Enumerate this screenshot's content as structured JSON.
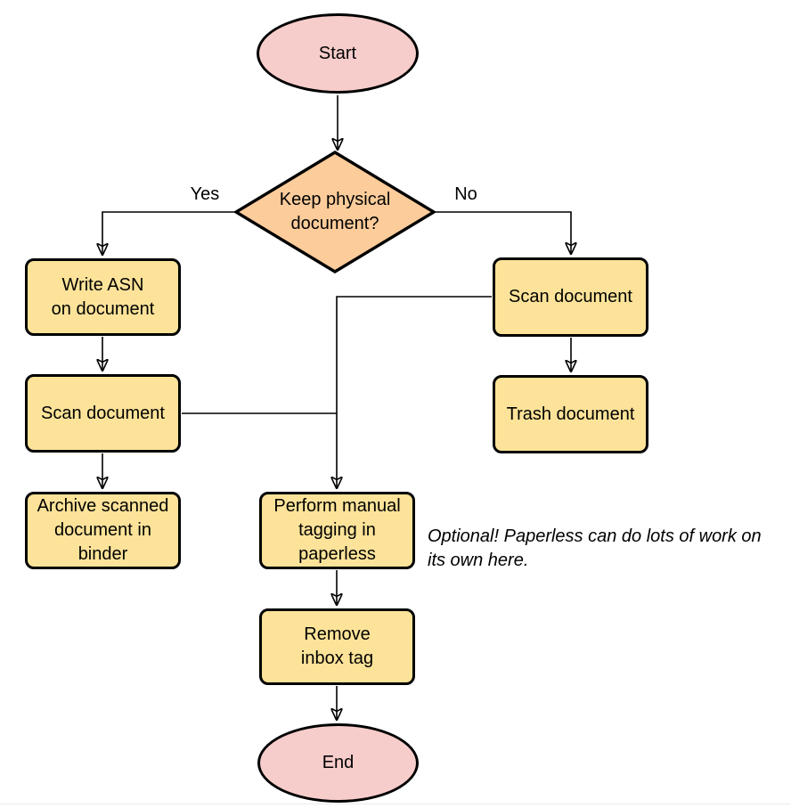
{
  "flowchart": {
    "nodes": {
      "start": {
        "label": "Start"
      },
      "decision": {
        "label": [
          "Keep physical",
          "document?"
        ]
      },
      "write_asn": {
        "label": [
          "Write ASN",
          "on document"
        ]
      },
      "scan_left": {
        "label": "Scan document"
      },
      "archive": {
        "label": [
          "Archive scanned",
          "document in",
          "binder"
        ]
      },
      "scan_right": {
        "label": "Scan document"
      },
      "trash": {
        "label": "Trash document"
      },
      "tagging": {
        "label": [
          "Perform manual",
          "tagging in",
          "paperless"
        ]
      },
      "remove_inbox": {
        "label": [
          "Remove",
          "inbox tag"
        ]
      },
      "end": {
        "label": "End"
      }
    },
    "edge_labels": {
      "yes": "Yes",
      "no": "No"
    },
    "annotation": [
      "Optional! Paperless can do lots of work on",
      "its own here."
    ],
    "colors": {
      "terminal_fill": "#F7CDCB",
      "decision_fill": "#FDCC9B",
      "process_fill": "#FCE399",
      "stroke": "#000000",
      "text": "#000000"
    }
  }
}
